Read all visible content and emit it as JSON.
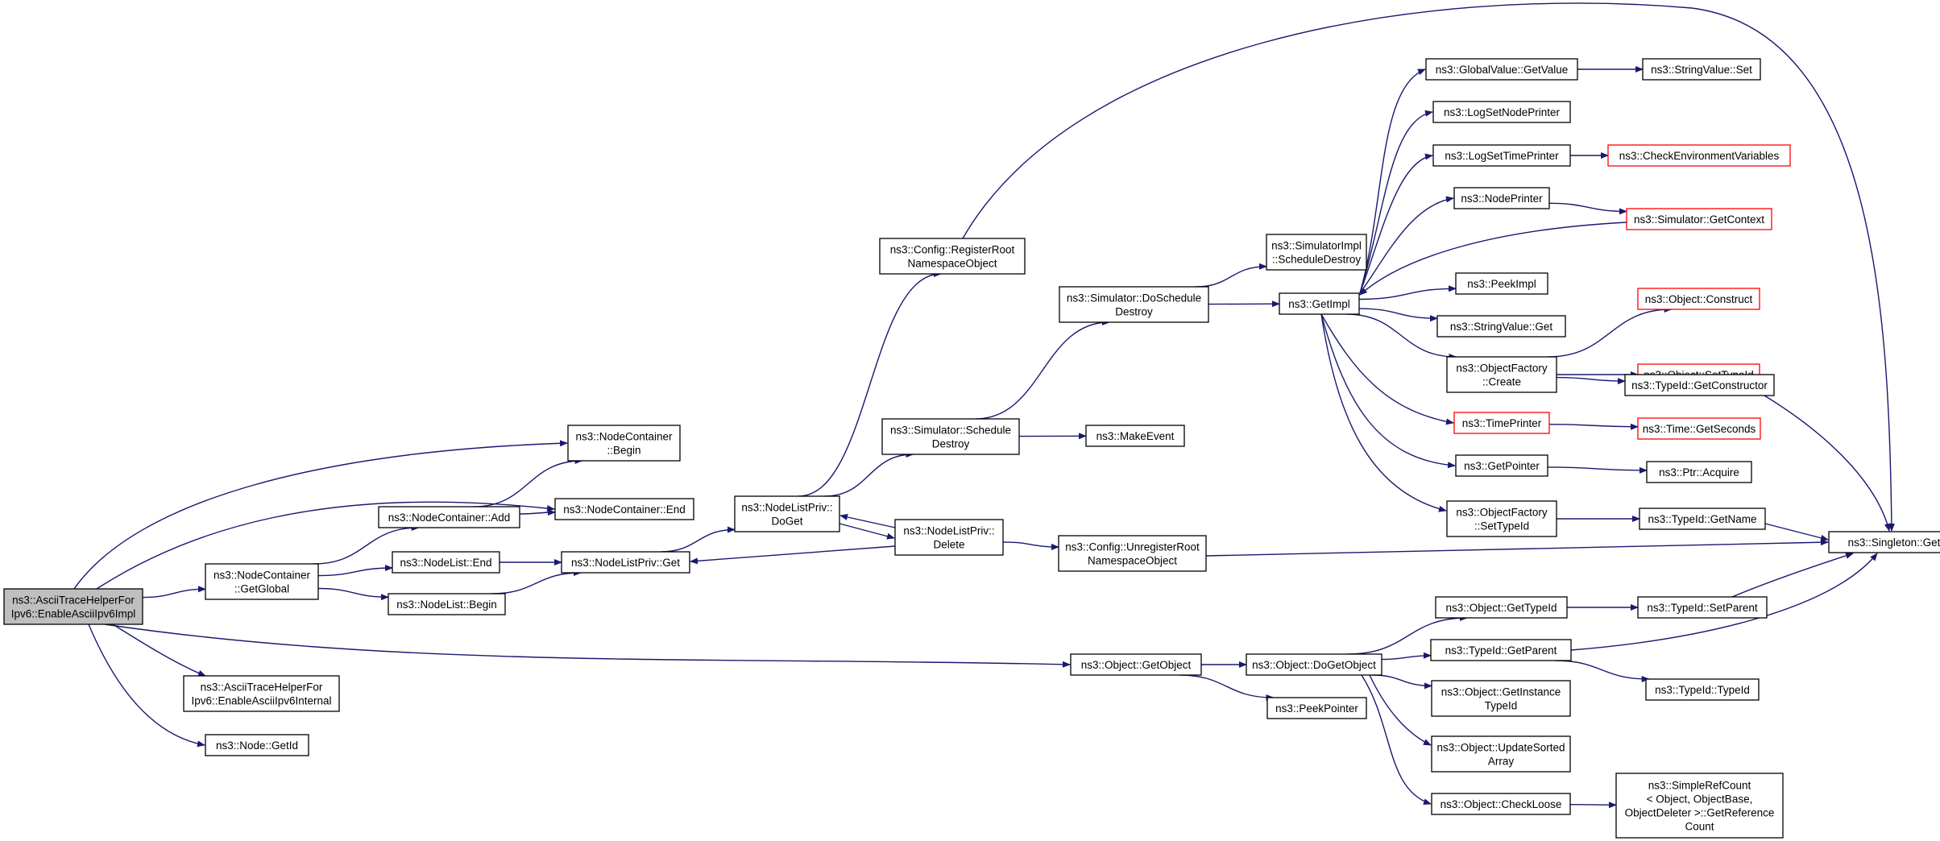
{
  "graph": {
    "edge_color": "#191970",
    "highlight_border_color": "#ff0000",
    "root_fill_color": "#bfbfbf",
    "nodes": [
      {
        "id": "root",
        "lines": [
          "ns3::AsciiTraceHelperFor",
          "Ipv6::EnableAsciiIpv6Impl"
        ]
      },
      {
        "id": "nc_begin",
        "lines": [
          "ns3::NodeContainer",
          "::Begin"
        ]
      },
      {
        "id": "nc_end",
        "lines": [
          "ns3::NodeContainer::End"
        ]
      },
      {
        "id": "nc_add",
        "lines": [
          "ns3::NodeContainer::Add"
        ]
      },
      {
        "id": "nc_getglobal",
        "lines": [
          "ns3::NodeContainer",
          "::GetGlobal"
        ]
      },
      {
        "id": "nl_end",
        "lines": [
          "ns3::NodeList::End"
        ]
      },
      {
        "id": "nl_begin",
        "lines": [
          "ns3::NodeList::Begin"
        ]
      },
      {
        "id": "nlp_get",
        "lines": [
          "ns3::NodeListPriv::Get"
        ]
      },
      {
        "id": "nlp_doget",
        "lines": [
          "ns3::NodeListPriv::",
          "DoGet"
        ]
      },
      {
        "id": "nlp_delete",
        "lines": [
          "ns3::NodeListPriv::",
          "Delete"
        ]
      },
      {
        "id": "cfg_register",
        "lines": [
          "ns3::Config::RegisterRoot",
          "NamespaceObject"
        ]
      },
      {
        "id": "sim_schedule_destroy",
        "lines": [
          "ns3::Simulator::Schedule",
          "Destroy"
        ]
      },
      {
        "id": "makeevent",
        "lines": [
          "ns3::MakeEvent"
        ]
      },
      {
        "id": "sim_doschedule_destroy",
        "lines": [
          "ns3::Simulator::DoSchedule",
          "Destroy"
        ]
      },
      {
        "id": "simimpl_scheduledestroy",
        "lines": [
          "ns3::SimulatorImpl",
          "::ScheduleDestroy"
        ]
      },
      {
        "id": "getimpl",
        "lines": [
          "ns3::GetImpl"
        ]
      },
      {
        "id": "cfg_unregister",
        "lines": [
          "ns3::Config::UnregisterRoot",
          "NamespaceObject"
        ]
      },
      {
        "id": "gv_getvalue",
        "lines": [
          "ns3::GlobalValue::GetValue"
        ]
      },
      {
        "id": "sv_set",
        "lines": [
          "ns3::StringValue::Set"
        ]
      },
      {
        "id": "logsetnodeprinter",
        "lines": [
          "ns3::LogSetNodePrinter"
        ]
      },
      {
        "id": "logsettimeprinter",
        "lines": [
          "ns3::LogSetTimePrinter"
        ]
      },
      {
        "id": "checkenv",
        "lines": [
          "ns3::CheckEnvironmentVariables"
        ],
        "red": true
      },
      {
        "id": "nodeprinter",
        "lines": [
          "ns3::NodePrinter"
        ]
      },
      {
        "id": "sim_getcontext",
        "lines": [
          "ns3::Simulator::GetContext"
        ],
        "red": true
      },
      {
        "id": "peekimpl",
        "lines": [
          "ns3::PeekImpl"
        ]
      },
      {
        "id": "sv_get",
        "lines": [
          "ns3::StringValue::Get"
        ]
      },
      {
        "id": "obj_construct",
        "lines": [
          "ns3::Object::Construct"
        ],
        "red": true
      },
      {
        "id": "objfactory_create",
        "lines": [
          "ns3::ObjectFactory",
          "::Create"
        ]
      },
      {
        "id": "obj_settypeid",
        "lines": [
          "ns3::Object::SetTypeId"
        ],
        "red": true
      },
      {
        "id": "typeid_getconstructor",
        "lines": [
          "ns3::TypeId::GetConstructor"
        ]
      },
      {
        "id": "timeprinter",
        "lines": [
          "ns3::TimePrinter"
        ],
        "red": true
      },
      {
        "id": "time_getseconds",
        "lines": [
          "ns3::Time::GetSeconds"
        ],
        "red": true
      },
      {
        "id": "getpointer",
        "lines": [
          "ns3::GetPointer"
        ]
      },
      {
        "id": "ptr_acquire",
        "lines": [
          "ns3::Ptr::Acquire"
        ]
      },
      {
        "id": "objfactory_settypeid",
        "lines": [
          "ns3::ObjectFactory",
          "::SetTypeId"
        ]
      },
      {
        "id": "typeid_getname",
        "lines": [
          "ns3::TypeId::GetName"
        ]
      },
      {
        "id": "singleton_get",
        "lines": [
          "ns3::Singleton::Get"
        ]
      },
      {
        "id": "obj_gettypeid",
        "lines": [
          "ns3::Object::GetTypeId"
        ]
      },
      {
        "id": "typeid_setparent",
        "lines": [
          "ns3::TypeId::SetParent"
        ]
      },
      {
        "id": "obj_getobject",
        "lines": [
          "ns3::Object::GetObject"
        ]
      },
      {
        "id": "obj_dogetobject",
        "lines": [
          "ns3::Object::DoGetObject"
        ]
      },
      {
        "id": "typeid_getparent",
        "lines": [
          "ns3::TypeId::GetParent"
        ]
      },
      {
        "id": "typeid_typeid",
        "lines": [
          "ns3::TypeId::TypeId"
        ]
      },
      {
        "id": "peekpointer",
        "lines": [
          "ns3::PeekPointer"
        ]
      },
      {
        "id": "obj_getinstancetypeid",
        "lines": [
          "ns3::Object::GetInstance",
          "TypeId"
        ]
      },
      {
        "id": "obj_updatesortedarray",
        "lines": [
          "ns3::Object::UpdateSorted",
          "Array"
        ]
      },
      {
        "id": "obj_checkloose",
        "lines": [
          "ns3::Object::CheckLoose"
        ]
      },
      {
        "id": "simplerefcount",
        "lines": [
          "ns3::SimpleRefCount",
          "< Object, ObjectBase,",
          "ObjectDeleter >::GetReference",
          "Count"
        ]
      },
      {
        "id": "ath_internal",
        "lines": [
          "ns3::AsciiTraceHelperFor",
          "Ipv6::EnableAsciiIpv6Internal"
        ]
      },
      {
        "id": "node_getid",
        "lines": [
          "ns3::Node::GetId"
        ]
      }
    ],
    "edges": [
      [
        "root",
        "nc_begin"
      ],
      [
        "root",
        "nc_end"
      ],
      [
        "root",
        "nc_getglobal"
      ],
      [
        "root",
        "obj_getobject"
      ],
      [
        "root",
        "ath_internal"
      ],
      [
        "root",
        "node_getid"
      ],
      [
        "nc_add",
        "nc_begin"
      ],
      [
        "nc_add",
        "nc_end"
      ],
      [
        "nc_getglobal",
        "nc_add"
      ],
      [
        "nc_getglobal",
        "nl_end"
      ],
      [
        "nc_getglobal",
        "nl_begin"
      ],
      [
        "nl_end",
        "nlp_get"
      ],
      [
        "nl_begin",
        "nlp_get"
      ],
      [
        "nlp_get",
        "nlp_doget"
      ],
      [
        "nlp_doget",
        "nlp_delete"
      ],
      [
        "nlp_delete",
        "nlp_doget"
      ],
      [
        "nlp_delete",
        "nlp_get"
      ],
      [
        "nlp_doget",
        "cfg_register"
      ],
      [
        "nlp_doget",
        "sim_schedule_destroy"
      ],
      [
        "nlp_delete",
        "cfg_unregister"
      ],
      [
        "cfg_register",
        "singleton_get"
      ],
      [
        "cfg_unregister",
        "singleton_get"
      ],
      [
        "sim_schedule_destroy",
        "makeevent"
      ],
      [
        "sim_schedule_destroy",
        "sim_doschedule_destroy"
      ],
      [
        "sim_doschedule_destroy",
        "simimpl_scheduledestroy"
      ],
      [
        "sim_doschedule_destroy",
        "getimpl"
      ],
      [
        "getimpl",
        "gv_getvalue"
      ],
      [
        "getimpl",
        "logsetnodeprinter"
      ],
      [
        "getimpl",
        "logsettimeprinter"
      ],
      [
        "getimpl",
        "nodeprinter"
      ],
      [
        "getimpl",
        "peekimpl"
      ],
      [
        "getimpl",
        "sv_get"
      ],
      [
        "getimpl",
        "objfactory_create"
      ],
      [
        "getimpl",
        "timeprinter"
      ],
      [
        "getimpl",
        "getpointer"
      ],
      [
        "getimpl",
        "objfactory_settypeid"
      ],
      [
        "sim_getcontext",
        "getimpl"
      ],
      [
        "gv_getvalue",
        "sv_set"
      ],
      [
        "logsettimeprinter",
        "checkenv"
      ],
      [
        "nodeprinter",
        "sim_getcontext"
      ],
      [
        "objfactory_create",
        "obj_construct"
      ],
      [
        "objfactory_create",
        "obj_settypeid"
      ],
      [
        "objfactory_create",
        "typeid_getconstructor"
      ],
      [
        "typeid_getconstructor",
        "singleton_get"
      ],
      [
        "timeprinter",
        "time_getseconds"
      ],
      [
        "getpointer",
        "ptr_acquire"
      ],
      [
        "objfactory_settypeid",
        "typeid_getname"
      ],
      [
        "typeid_getname",
        "singleton_get"
      ],
      [
        "obj_getobject",
        "obj_dogetobject"
      ],
      [
        "obj_getobject",
        "peekpointer"
      ],
      [
        "obj_dogetobject",
        "obj_gettypeid"
      ],
      [
        "obj_dogetobject",
        "typeid_getparent"
      ],
      [
        "obj_dogetobject",
        "obj_getinstancetypeid"
      ],
      [
        "obj_dogetobject",
        "obj_updatesortedarray"
      ],
      [
        "obj_dogetobject",
        "obj_checkloose"
      ],
      [
        "obj_gettypeid",
        "typeid_setparent"
      ],
      [
        "typeid_setparent",
        "singleton_get"
      ],
      [
        "typeid_getparent",
        "singleton_get"
      ],
      [
        "typeid_getparent",
        "typeid_typeid"
      ],
      [
        "obj_checkloose",
        "simplerefcount"
      ]
    ]
  }
}
